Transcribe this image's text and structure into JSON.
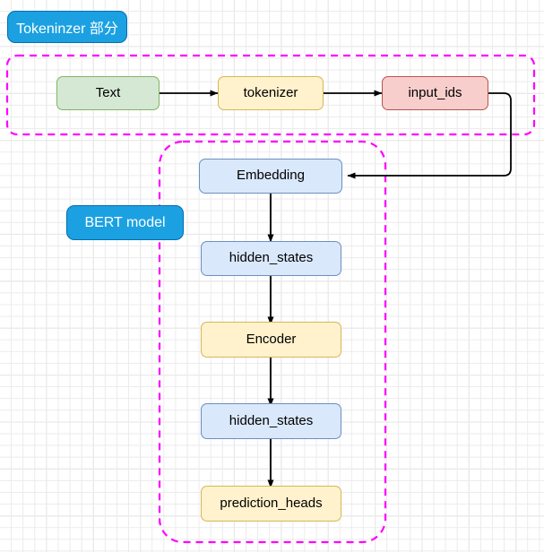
{
  "diagram": {
    "title_labels": [
      {
        "id": "tokenizer-group-label",
        "text": "Tokeninzer 部分",
        "color": "#1ba1e2"
      },
      {
        "id": "bert-group-label",
        "text": "BERT model",
        "color": "#1ba1e2"
      }
    ],
    "groups": [
      {
        "id": "tokenizer-group",
        "border_color": "#ff00ff",
        "style": "dashed"
      },
      {
        "id": "bert-group",
        "border_color": "#ff00ff",
        "style": "dashed"
      }
    ],
    "nodes": [
      {
        "id": "text",
        "label": "Text",
        "fill": "#d5e8d4",
        "stroke": "#82b366"
      },
      {
        "id": "tokenizer",
        "label": "tokenizer",
        "fill": "#fff2cc",
        "stroke": "#d6b656"
      },
      {
        "id": "input_ids",
        "label": "input_ids",
        "fill": "#f8cecc",
        "stroke": "#b85450"
      },
      {
        "id": "embedding",
        "label": "Embedding",
        "fill": "#dae8fc",
        "stroke": "#6c8ebf"
      },
      {
        "id": "hidden_states_1",
        "label": "hidden_states",
        "fill": "#dae8fc",
        "stroke": "#6c8ebf"
      },
      {
        "id": "encoder",
        "label": "Encoder",
        "fill": "#fff2cc",
        "stroke": "#d6b656"
      },
      {
        "id": "hidden_states_2",
        "label": "hidden_states",
        "fill": "#dae8fc",
        "stroke": "#6c8ebf"
      },
      {
        "id": "prediction_heads",
        "label": "prediction_heads",
        "fill": "#fff2cc",
        "stroke": "#d6b656"
      }
    ],
    "edges": [
      {
        "from": "text",
        "to": "tokenizer"
      },
      {
        "from": "tokenizer",
        "to": "input_ids"
      },
      {
        "from": "input_ids",
        "to": "embedding"
      },
      {
        "from": "embedding",
        "to": "hidden_states_1"
      },
      {
        "from": "hidden_states_1",
        "to": "encoder"
      },
      {
        "from": "encoder",
        "to": "hidden_states_2"
      },
      {
        "from": "hidden_states_2",
        "to": "prediction_heads"
      }
    ],
    "edge_color": "#000000"
  }
}
